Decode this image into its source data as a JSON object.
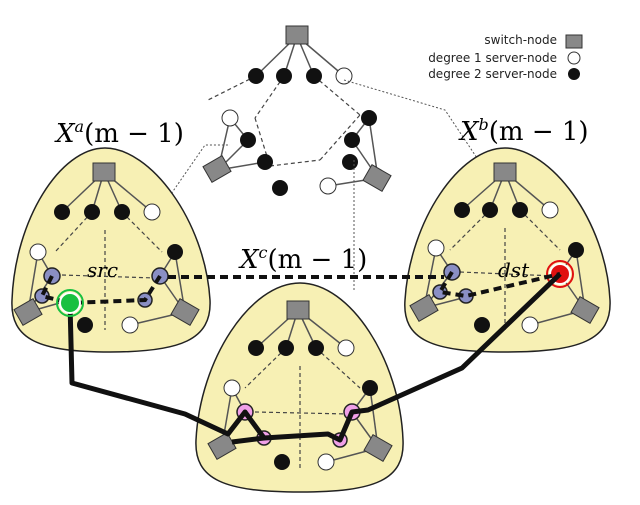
{
  "legend": {
    "switch_label": "switch-node",
    "deg1_label": "degree 1 server-node",
    "deg2_label": "degree 2 server-node"
  },
  "labels": {
    "cluster_a": "X",
    "cluster_a_sup": "a",
    "cluster_a_arg": "(m − 1)",
    "cluster_b": "X",
    "cluster_b_sup": "b",
    "cluster_b_arg": "(m − 1)",
    "cluster_c": "X",
    "cluster_c_sup": "c",
    "cluster_c_arg": "(m − 1)",
    "src": "src",
    "dst": "dst"
  },
  "colors": {
    "cluster_fill": "#f7f0b4",
    "switch_fill": "#888888",
    "deg2_fill": "#111111",
    "deg1_fill": "#ffffff",
    "inner_a_fill": "#8a8fc4",
    "inner_c_fill": "#f0a0e8",
    "src_fill": "#18c040",
    "dst_fill": "#e01010"
  }
}
